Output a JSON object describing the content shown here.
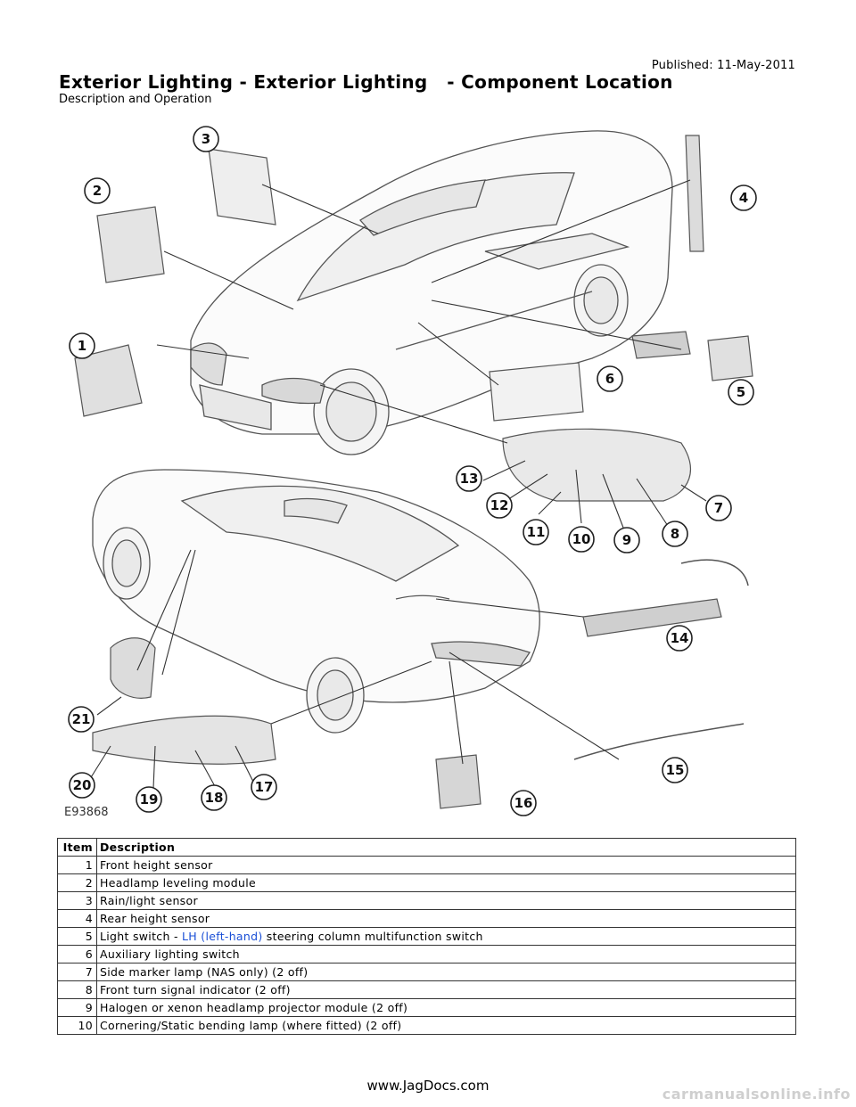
{
  "header": {
    "published": "Published: 11-May-2011",
    "title": "Exterior Lighting - Exterior Lighting   - Component Location",
    "subtitle": "Description and Operation"
  },
  "figure": {
    "ref": "E93868",
    "callouts": [
      "1",
      "2",
      "3",
      "4",
      "5",
      "6",
      "7",
      "8",
      "9",
      "10",
      "11",
      "12",
      "13",
      "14",
      "15",
      "16",
      "17",
      "18",
      "19",
      "20",
      "21"
    ]
  },
  "table": {
    "headers": {
      "item": "Item",
      "description": "Description"
    },
    "rows": [
      {
        "item": "1",
        "description": "Front height sensor"
      },
      {
        "item": "2",
        "description": "Headlamp leveling module"
      },
      {
        "item": "3",
        "description": "Rain/light sensor"
      },
      {
        "item": "4",
        "description": "Rear height sensor"
      },
      {
        "item": "5",
        "pre": "Light switch - ",
        "abbr": "LH (left-hand)",
        "post": " steering column multifunction switch"
      },
      {
        "item": "6",
        "description": "Auxiliary lighting switch"
      },
      {
        "item": "7",
        "description": "Side marker lamp (NAS only) (2 off)"
      },
      {
        "item": "8",
        "description": "Front turn signal indicator (2 off)"
      },
      {
        "item": "9",
        "description": "Halogen or xenon headlamp projector module (2 off)"
      },
      {
        "item": "10",
        "description": "Cornering/Static bending lamp (where fitted) (2 off)"
      }
    ]
  },
  "footer": {
    "site": "www.JagDocs.com",
    "watermark": "carmanualsonline.info"
  }
}
